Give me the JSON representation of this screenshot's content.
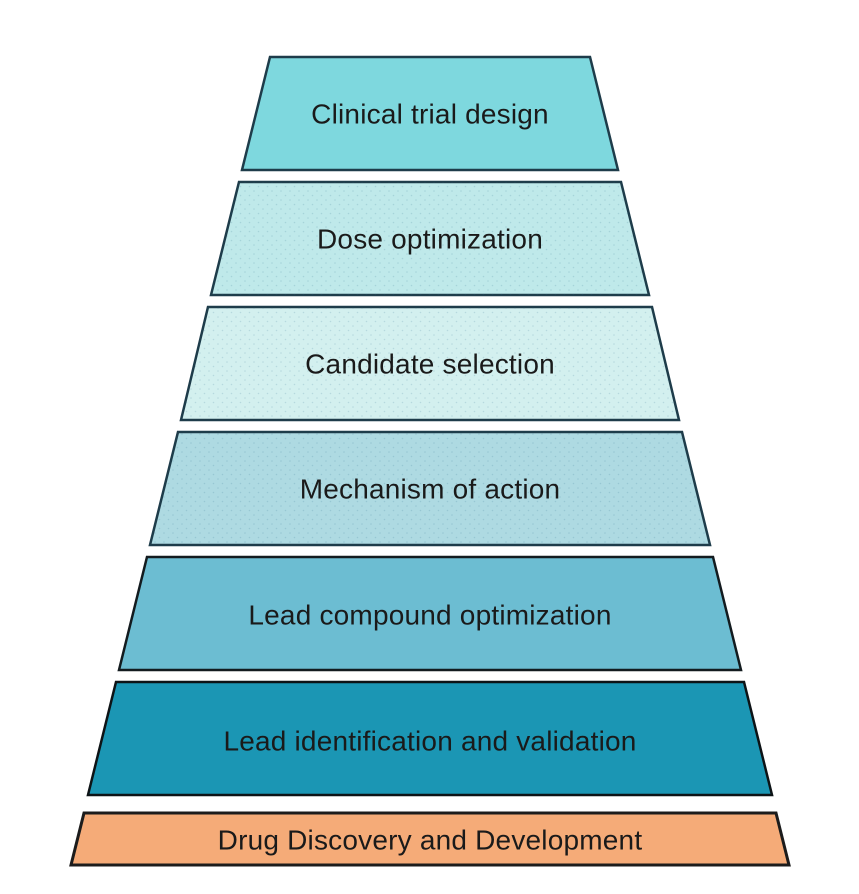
{
  "diagram": {
    "background_color": "#ffffff",
    "text_color": "#1a1a1a",
    "layers": [
      {
        "label": "Clinical trial design",
        "fill": "#7ed8de",
        "stroke": "#1e3c4a"
      },
      {
        "label": "Dose optimization",
        "fill": "#bfe9ea",
        "stroke": "#1e3c4a"
      },
      {
        "label": "Candidate selection",
        "fill": "#d3f0ef",
        "stroke": "#1e3c4a"
      },
      {
        "label": "Mechanism of action",
        "fill": "#aedae2",
        "stroke": "#1e3c4a"
      },
      {
        "label": "Lead compound optimization",
        "fill": "#6cbdd2",
        "stroke": "#131b1f"
      },
      {
        "label": "Lead identification and validation",
        "fill": "#1b96b4",
        "stroke": "#0d1316"
      },
      {
        "label": "Drug Discovery and Development",
        "fill": "#f5ab78",
        "stroke": "#1c1c1c"
      }
    ]
  }
}
